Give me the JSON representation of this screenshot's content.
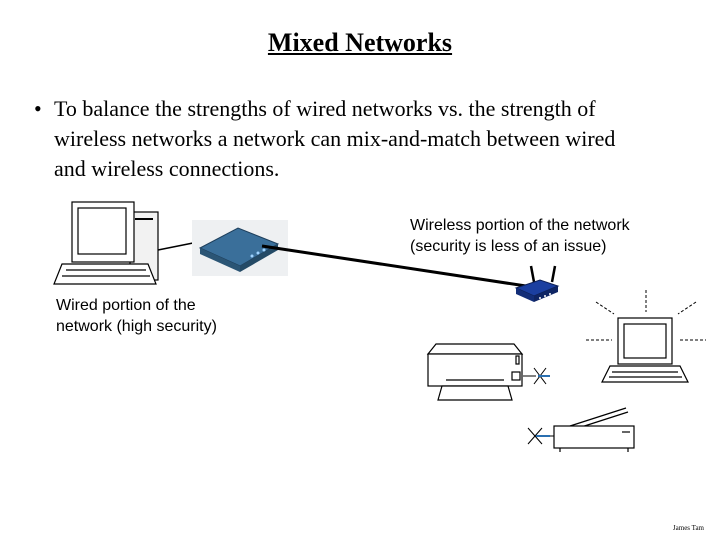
{
  "slide": {
    "title": "Mixed Networks",
    "bullet": {
      "marker": "•",
      "lines": [
        "To balance the strengths of wired networks vs. the strength of",
        "wireless networks a network can mix-and-match between wired",
        "and wireless connections."
      ]
    },
    "labels": {
      "wireless": [
        "Wireless portion of the network",
        "(security is less of an issue)"
      ],
      "wired": [
        "Wired portion of the",
        "network (high security)"
      ]
    },
    "credit": "James Tam"
  },
  "icons": {
    "desktop": "desktop-computer-icon",
    "modem": "modem-icon",
    "access_point": "wireless-access-point-icon",
    "laptop": "laptop-icon",
    "printer": "printer-icon",
    "scanner": "scanner-icon"
  },
  "colors": {
    "device_blue": "#3a6f9a",
    "ap_blue": "#1b3fa0"
  }
}
